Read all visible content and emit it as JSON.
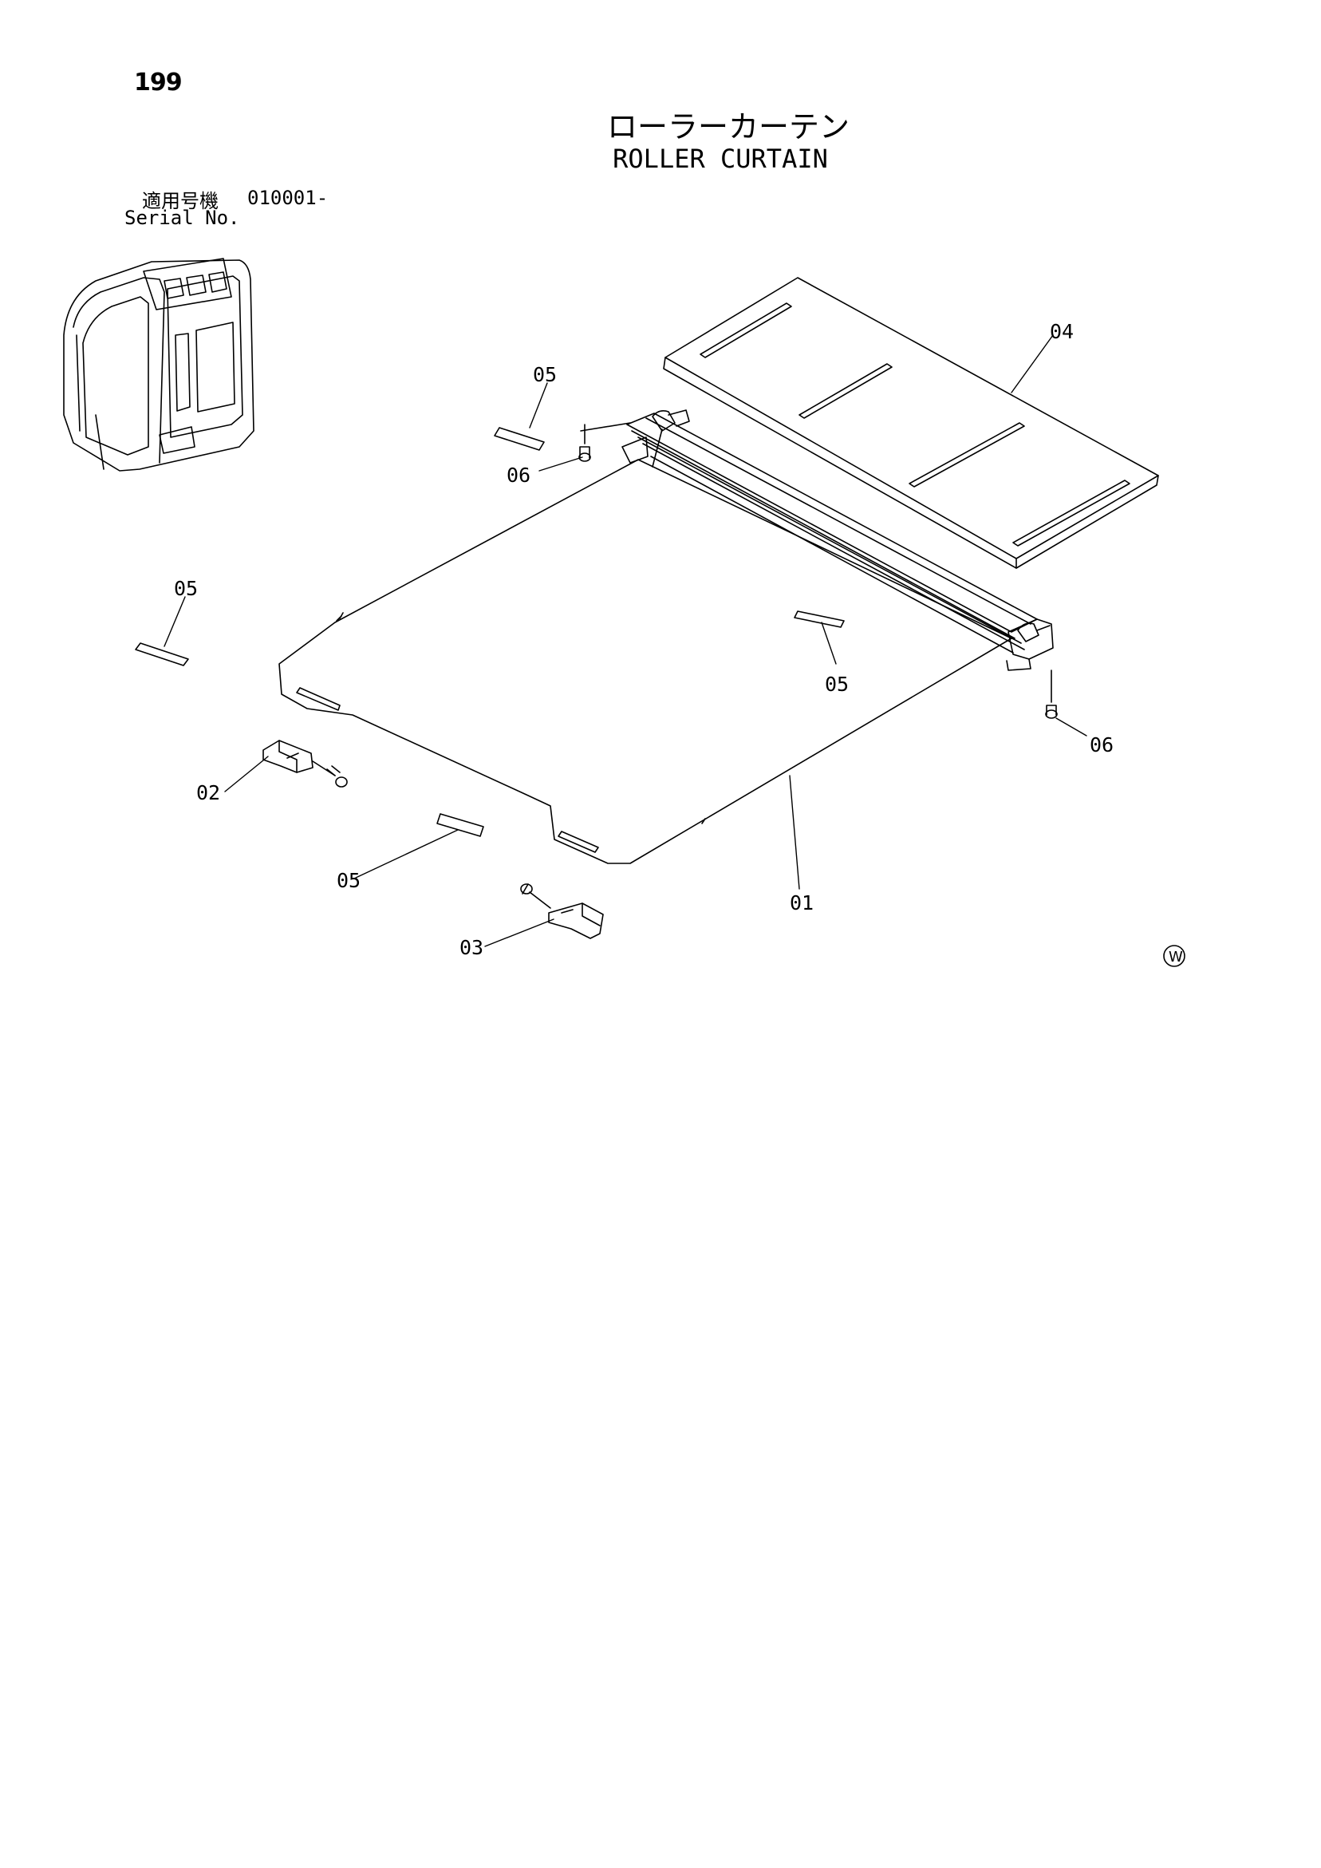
{
  "page_number": "199",
  "title_jp": "ローラーカーテン",
  "title_en": "ROLLER CURTAIN",
  "serial": {
    "label_jp": "適用号機",
    "value": "010001-",
    "label_en": "Serial No."
  },
  "callouts": {
    "c01": "01",
    "c02": "02",
    "c03": "03",
    "c04": "04",
    "c05_top": "05",
    "c05_left": "05",
    "c05_mid": "05",
    "c05_bottom": "05",
    "c06_top": "06",
    "c06_right": "06"
  },
  "mark": "W"
}
